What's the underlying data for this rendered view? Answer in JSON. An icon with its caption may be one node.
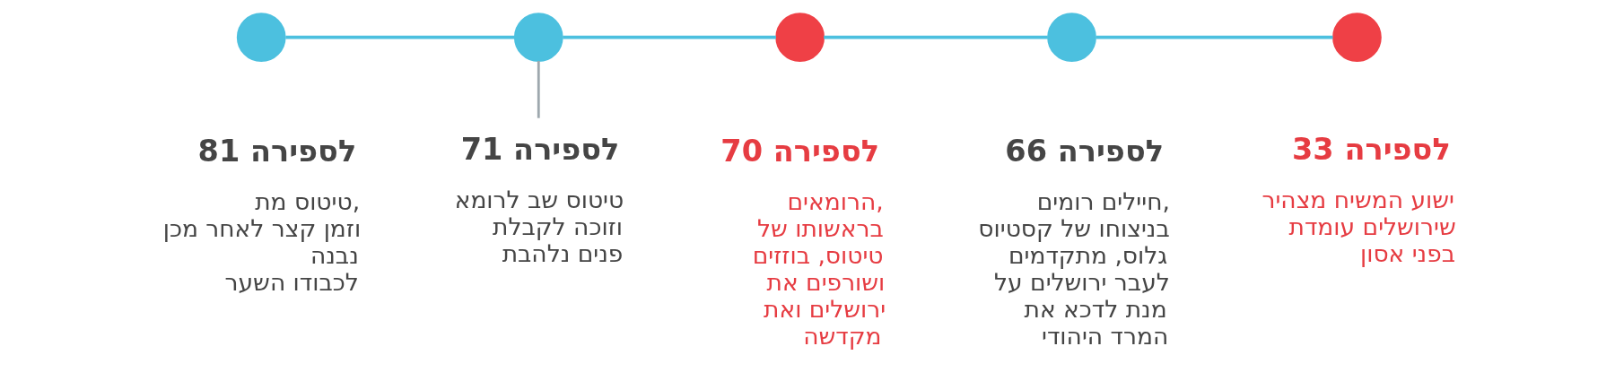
{
  "diagram": {
    "nodes": [
      {
        "text": [],
        "shape": "circle",
        "beside": [
          "33 לספירה",
          "ישוע המשיח מצהיר שירושלים עומדת בפני אסון"
        ]
      },
      {
        "text": [],
        "shape": "circle",
        "beside": [
          "66 לספירה",
          "חיילים רומים, בניצוחו של קסטיוס גלוס, מתקדמים לעבר ירושלים על מנת לדכא את המרד היהודי"
        ]
      },
      {
        "text": [],
        "shape": "circle",
        "beside": [
          "70 לספירה",
          "הרומאים, בראשותו של טיטוס, בוזזים ושורפים את ירושלים ואת מקדשה"
        ]
      },
      {
        "text": [],
        "shape": "circle"
      },
      {
        "text": [
          "71 לספירה",
          "טיטוס שב לרומא וזוכה לקבלת פנים נלהבת"
        ]
      },
      {
        "text": [],
        "shape": "circle",
        "beside": [
          "81 לספירה",
          "טיטוס מת, וזמן קצר לאחר מכן נבנה לכבודו השער"
        ]
      }
    ],
    "edges": [
      {
        "from": 0,
        "to": 1,
        "arrow": "none"
      },
      {
        "from": 1,
        "to": 2,
        "arrow": "none"
      },
      {
        "from": 2,
        "to": 3,
        "arrow": "none"
      },
      {
        "from": 3,
        "to": 5,
        "arrow": "none"
      },
      {
        "from": 4,
        "to": 3,
        "arrow": "none",
        "color": "#9ea8ae"
      }
    ]
  }
}
